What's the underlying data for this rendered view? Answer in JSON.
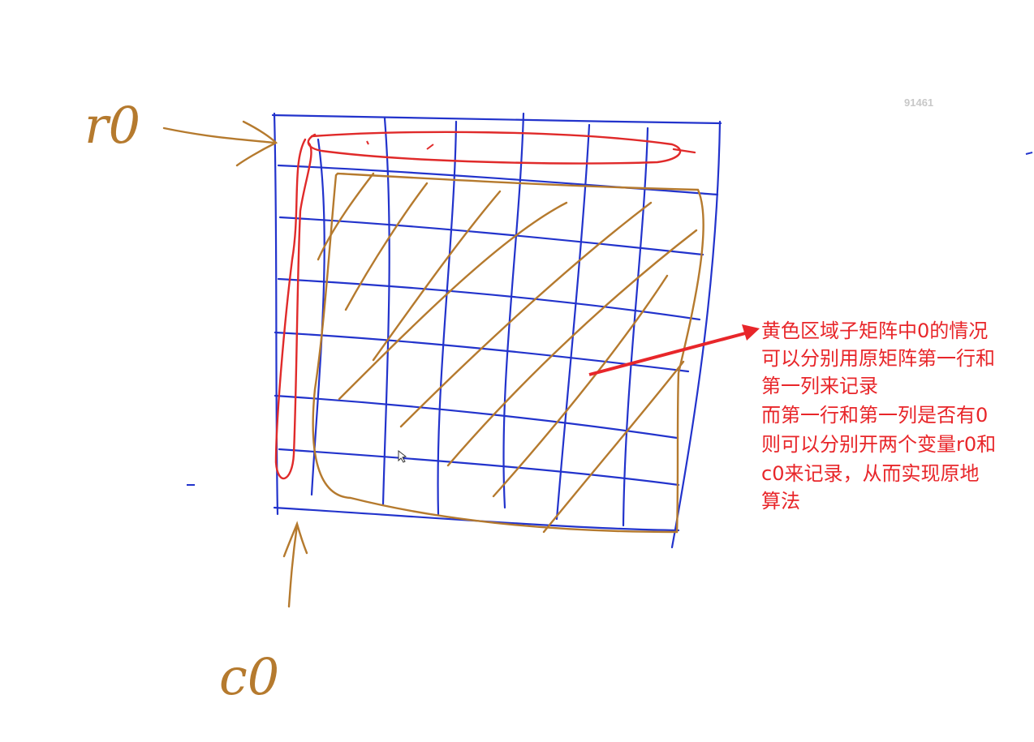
{
  "labels": {
    "row_label": "r0",
    "col_label": "c0",
    "watermark": "91461"
  },
  "annotation": {
    "lines": [
      "黄色区域子矩阵中0的情况",
      "可以分别用原矩阵第一行和",
      "第一列来记录",
      "而第一行和第一列是否有0",
      "则可以分别开两个变量r0和",
      "c0来记录，从而实现原地",
      "算法"
    ]
  },
  "colors": {
    "grid": "#2233cc",
    "highlight_red": "#e02a2a",
    "region_brown": "#b57a2e",
    "label_brown": "#b57a2e",
    "note_text": "#e8262a",
    "watermark": "#c8c8c8"
  }
}
